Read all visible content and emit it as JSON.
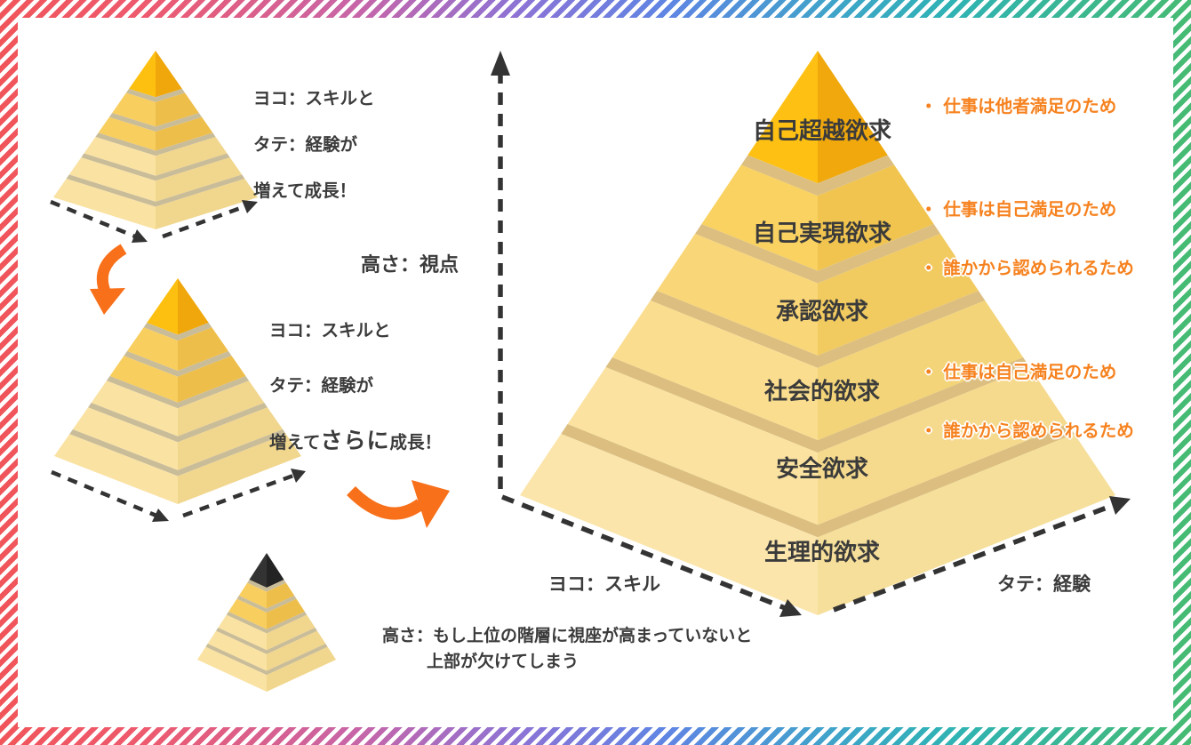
{
  "colors": {
    "text_dark": "#3B3B3B",
    "accent_orange": "#F8701A",
    "bullet_orange": "#F6821F",
    "dash_black": "#333333",
    "frame_stripes": [
      "#F0555A",
      "#EE5A6E",
      "#C765A8",
      "#8A74D6",
      "#5F85E3",
      "#2FB3B4",
      "#47BB72"
    ]
  },
  "small_pyramid_1": {
    "caption": {
      "line1": "ヨコ：スキルと",
      "line2": "タテ：経験が",
      "line3": "増えて成長！"
    },
    "palette": {
      "rim": "#C9BC99",
      "levels": [
        [
          "#FDC011",
          "#F0A70B"
        ],
        [
          "#F8CE5F",
          "#EEBE4A"
        ],
        [
          "#F8CE5F",
          "#EEBE4A"
        ],
        [
          "#FAE2A2",
          "#F1D68D"
        ],
        [
          "#FAE2A2",
          "#F1D68D"
        ],
        [
          "#FAE2A2",
          "#F1D68D"
        ]
      ]
    }
  },
  "small_pyramid_2": {
    "caption": {
      "line1": "ヨコ：スキルと",
      "line2": "タテ：経験が",
      "line3_pre": "増えて",
      "line3_em": "さらに",
      "line3_post": "成長！"
    },
    "palette": {
      "rim": "#C9BC99",
      "levels": [
        [
          "#FDC011",
          "#F0A70B"
        ],
        [
          "#F8CE5F",
          "#EEBE4A"
        ],
        [
          "#F8CE5F",
          "#EEBE4A"
        ],
        [
          "#FAE2A2",
          "#F1D68D"
        ],
        [
          "#FAE2A2",
          "#F1D68D"
        ],
        [
          "#FAE2A2",
          "#F1D68D"
        ]
      ]
    }
  },
  "small_pyramid_3": {
    "caption": {
      "line1": "高さ：もし上位の階層に視座が高まっていないと",
      "line2": "上部が欠けてしまう"
    },
    "palette": {
      "rim": "#C9BC99",
      "levels": [
        [
          "#333333",
          "#232323"
        ],
        [
          "#F8CE5F",
          "#EEBE4A"
        ],
        [
          "#F8CE5F",
          "#EEBE4A"
        ],
        [
          "#FAE2A2",
          "#F1D68D"
        ],
        [
          "#FAE2A2",
          "#F1D68D"
        ],
        [
          "#FAE2A2",
          "#F1D68D"
        ]
      ]
    }
  },
  "axes": {
    "vertical_label": "高さ：視点",
    "skill_label": "ヨコ：スキル",
    "experience_label": "タテ：経験"
  },
  "main_pyramid": {
    "palette": {
      "rim": "#DCBF80",
      "levels": [
        [
          "#FEC113",
          "#F0A80D"
        ],
        [
          "#F9D261",
          "#F0C44E"
        ],
        [
          "#F9D677",
          "#F1CA60"
        ],
        [
          "#FADD8E",
          "#F3D478"
        ],
        [
          "#FBE2A0",
          "#F5DA8D"
        ],
        [
          "#FBE5AB",
          "#F6DF9A"
        ]
      ]
    },
    "levels": [
      {
        "label": "自己超越欲求"
      },
      {
        "label": "自己実現欲求"
      },
      {
        "label": "承認欲求"
      },
      {
        "label": "社会的欲求"
      },
      {
        "label": "安全欲求"
      },
      {
        "label": "生理的欲求"
      }
    ]
  },
  "annotations": {
    "group1": {
      "items": [
        "・ 仕事は他者満足のため"
      ]
    },
    "group2": {
      "items": [
        "・ 仕事は自己満足のため",
        "・ 誰かから認められるため"
      ]
    },
    "group3": {
      "items": [
        "・ 仕事は自己満足のため",
        "・ 誰かから認められるため"
      ]
    }
  }
}
